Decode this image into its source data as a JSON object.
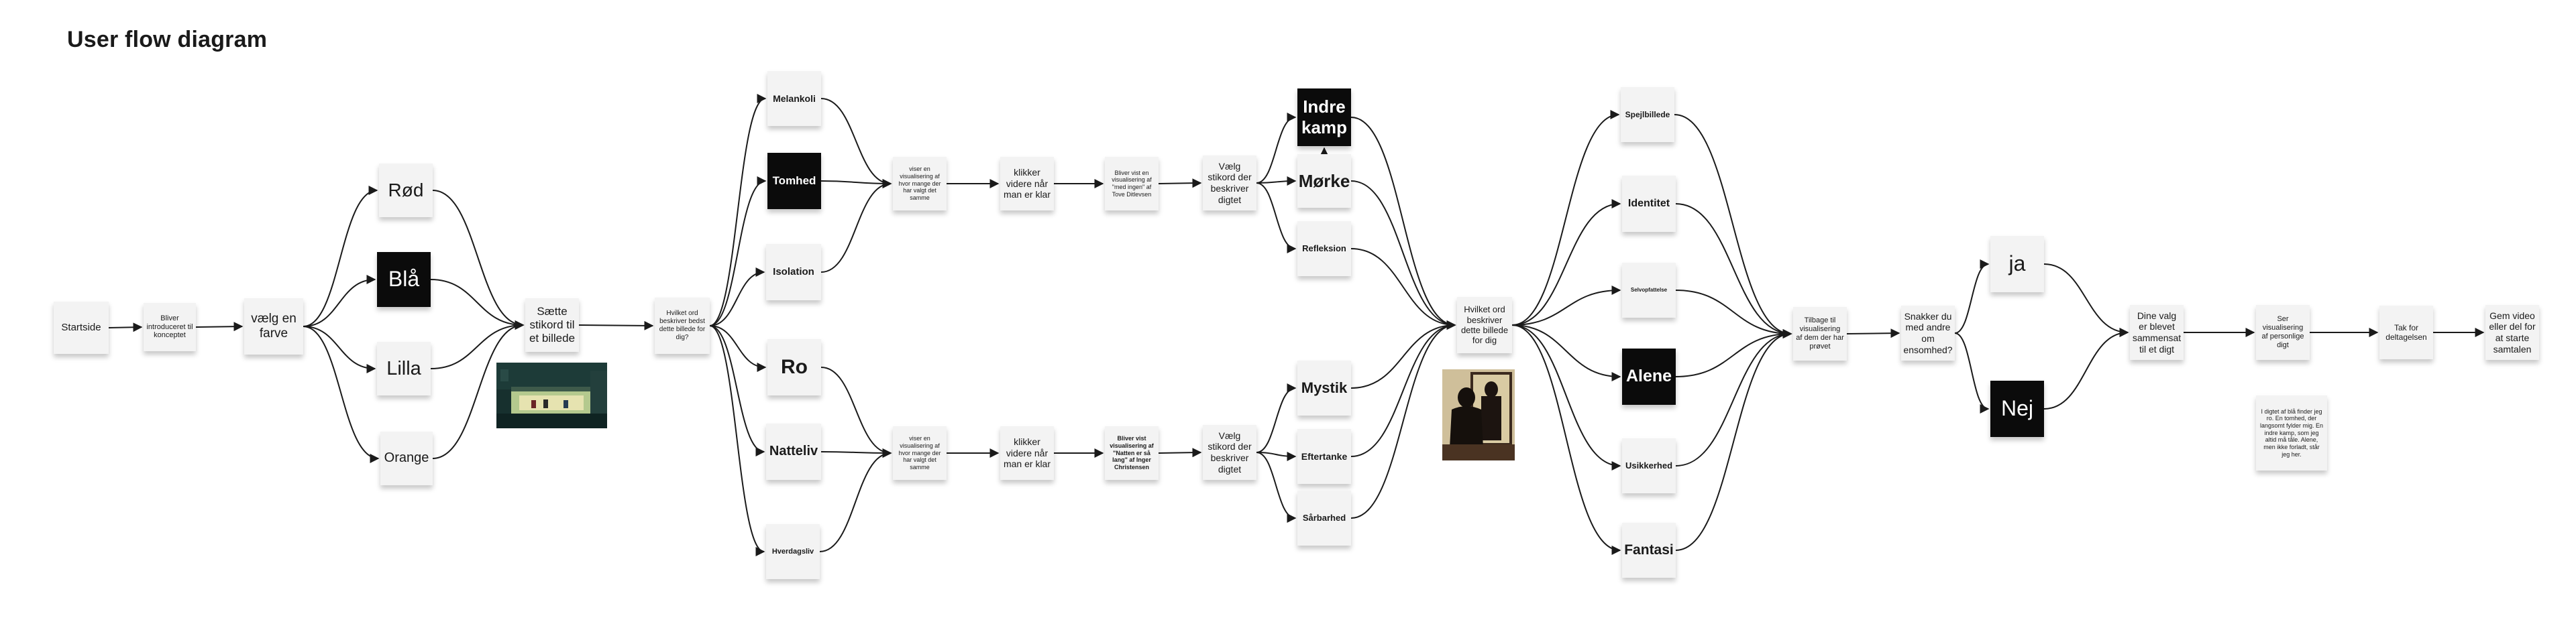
{
  "board": {
    "title": "User flow diagram",
    "colors": {
      "sticky": "#f3f3f3",
      "sticky_dark": "#0b0b0b",
      "connector": "#1a1a1a"
    }
  },
  "nodes": {
    "startside": "Startside",
    "introduceret": "Bliver introduceret til konceptet",
    "vaelg_farve": "vælg en farve",
    "rod": "Rød",
    "bla": "Blå",
    "lilla": "Lilla",
    "orange": "Orange",
    "saette_stikord": "Sætte stikord til et billede",
    "hvilket_ord_1": "Hvilket ord beskriver bedst dette billede for dig?",
    "melankoli": "Melankoli",
    "tomhed": "Tomhed",
    "isolation": "Isolation",
    "ro": "Ro",
    "natteliv": "Natteliv",
    "hverdagsliv": "Hverdagsliv",
    "viser_visualisering_1": "viser en visualisering af hvor mange der har valgt det samme",
    "viser_visualisering_2": "viser en visualisering af hvor mange der har valgt det samme",
    "klikker_videre_1": "klikker videre når man er klar",
    "klikker_videre_2": "klikker videre når man er klar",
    "digt_1": "Bliver vist en visualisering af \"med ingen\" af Tove Ditlevsen",
    "digt_2": "Bliver vist visualisering af \"Natten er så lang\" af Inger Christensen",
    "vaelg_stikord_1": "Vælg stikord der beskriver digtet",
    "vaelg_stikord_2": "Vælg stikord der beskriver digtet",
    "indre_kamp": "Indre kamp",
    "morke": "Mørke",
    "refleksion": "Refleksion",
    "mystik": "Mystik",
    "eftertanke": "Eftertanke",
    "sarbarhed": "Sårbarhed",
    "hvilket_ord_2": "Hvilket ord beskriver dette billede for dig",
    "spejlbillede": "Spejlbillede",
    "identitet": "Identitet",
    "selvopfattelse": "Selvopfattelse",
    "alene": "Alene",
    "usikkerhed": "Usikkerhed",
    "fantasi": "Fantasi",
    "tilbage_til": "Tilbage til visualisering af dem der har prøvet",
    "snakker_du": "Snakker du med andre om ensomhed?",
    "ja": "ja",
    "nej": "Nej",
    "dine_valg": "Dine valg er blevet sammensat til et digt",
    "ser_visualisering": "Ser visualisering af personlige digt",
    "tak_for": "Tak for deltagelsen",
    "gem_video": "Gem video eller del for at starte samtalen",
    "note_digt": "I digtet af blå finder jeg ro. En tomhed, der langsomt fylder mig. En indre kamp, som jeg altid må tåle. Alene, men ikke forladt, står jeg her."
  },
  "icons": {
    "painting_1": "night-diner-painting-icon",
    "painting_2": "figure-before-mirror-painting-icon"
  }
}
